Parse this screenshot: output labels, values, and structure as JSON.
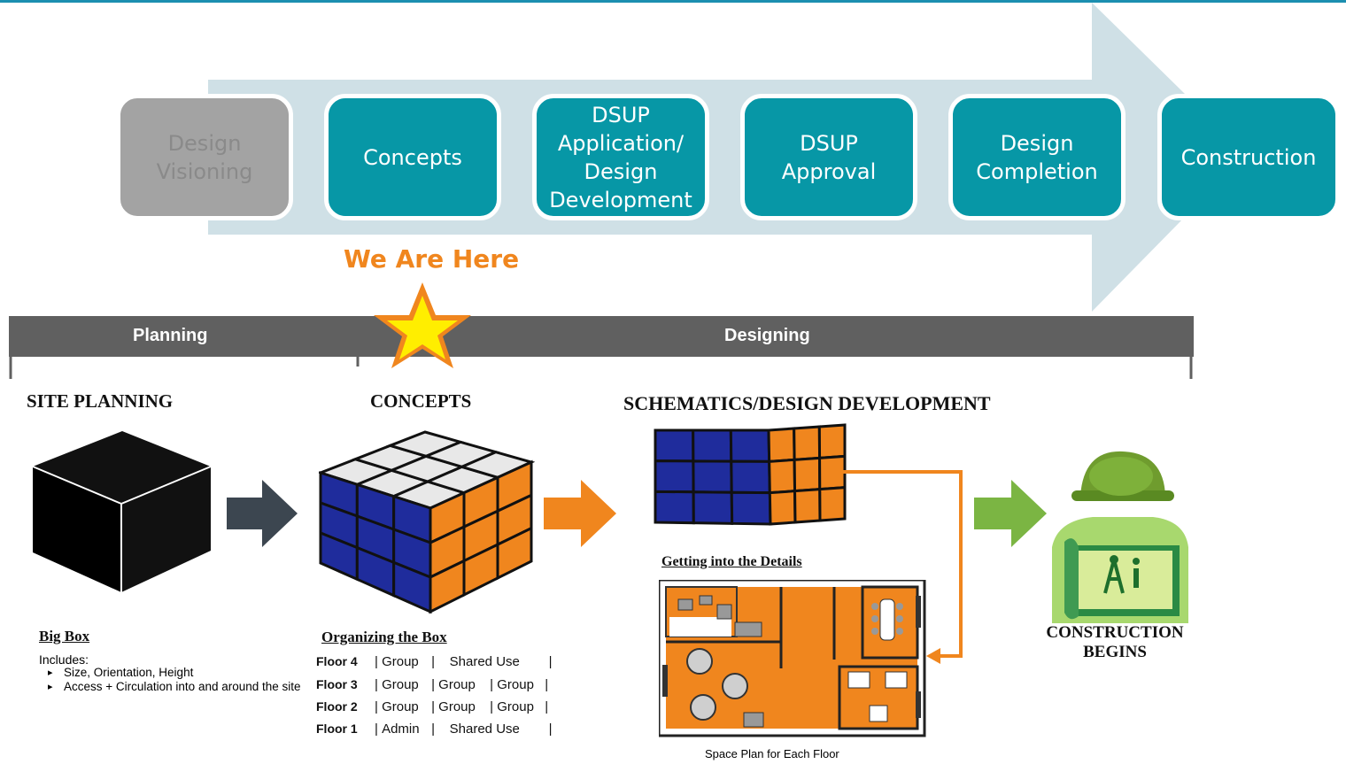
{
  "colors": {
    "teal": "#0797a6",
    "gray_step": "#a3a3a3",
    "gray_step_text": "#8a8a8a",
    "arrow_band": "#cfe0e6",
    "orange": "#f0861e",
    "phase_bar": "#606060",
    "dark_arrow": "#3c4650",
    "green_arrow": "#7bb543"
  },
  "process": {
    "steps": [
      {
        "label": "Design\nVisioning",
        "state": "inactive"
      },
      {
        "label": "Concepts",
        "state": "active"
      },
      {
        "label": "DSUP\nApplication/\nDesign\nDevelopment",
        "state": "active"
      },
      {
        "label": "DSUP\nApproval",
        "state": "active"
      },
      {
        "label": "Design\nCompletion",
        "state": "active"
      },
      {
        "label": "Construction",
        "state": "active"
      }
    ],
    "marker": {
      "label": "We Are Here",
      "icon": "star-icon"
    }
  },
  "phases": {
    "planning": "Planning",
    "designing": "Designing"
  },
  "site_planning": {
    "title": "SITE PLANNING",
    "subtitle": "Big Box",
    "includes_label": "Includes:",
    "items": [
      "Size, Orientation, Height",
      "Access + Circulation into and around the site"
    ]
  },
  "concepts": {
    "title": "CONCEPTS",
    "subtitle": "Organizing the Box",
    "floors": [
      {
        "floor": "Floor 4",
        "segments": [
          "Group",
          "Shared Use"
        ]
      },
      {
        "floor": "Floor 3",
        "segments": [
          "Group",
          "Group",
          "Group"
        ]
      },
      {
        "floor": "Floor 2",
        "segments": [
          "Group",
          "Group",
          "Group"
        ]
      },
      {
        "floor": "Floor 1",
        "segments": [
          "Admin",
          "Shared Use"
        ]
      }
    ]
  },
  "schematics": {
    "title": "SCHEMATICS/DESIGN DEVELOPMENT",
    "details_label": "Getting into the Details",
    "caption": "Space Plan for Each Floor"
  },
  "construction": {
    "title_line1": "CONSTRUCTION",
    "title_line2": "BEGINS"
  }
}
